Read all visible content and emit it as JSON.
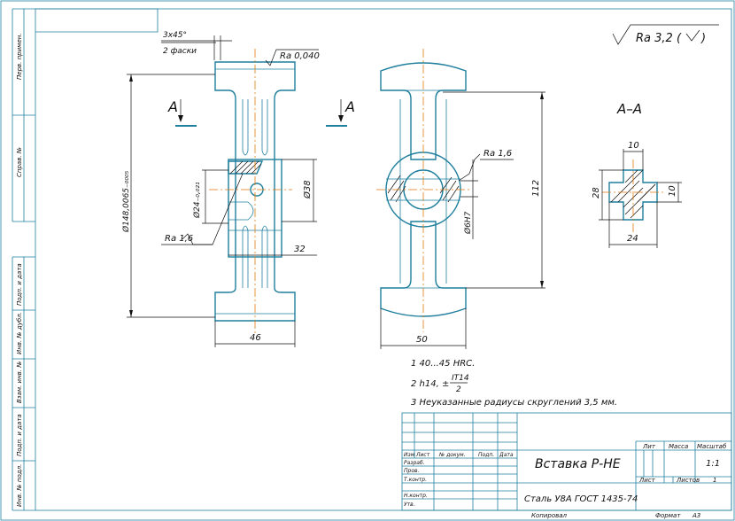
{
  "roughness": {
    "general": "Ra 3,2 (",
    "top": "Ra 0,040",
    "left": "Ra 1,6",
    "right": "Ra 1,6"
  },
  "section": {
    "mark_left": "A",
    "mark_right": "A",
    "title": "A–A"
  },
  "dims": {
    "chamfer": "3x45°",
    "chamfer_note": "2 фаски",
    "height_total": "Ø148,0065₋₀₀₀₅",
    "hole_inner": "Ø24₋₀,₀₂₁",
    "d38": "Ø38",
    "w32": "32",
    "w46": "46",
    "h112": "112",
    "hole_6": "Ø6H7",
    "w50": "50",
    "s10_top": "10",
    "s28": "28",
    "s10_right": "10",
    "s24": "24"
  },
  "notes": [
    "1  40...45 HRC.",
    "2  h14, ±",
    "3  Неуказанные радиусы скруглений 3,5 мм."
  ],
  "note_fraction": {
    "num": "IT14",
    "den": "2"
  },
  "title_block": {
    "name": "Вставка Р-НЕ",
    "material": "Сталь У8А ГОСТ 1435-74",
    "col_lit": "Лит",
    "col_mass": "Масса",
    "col_scale": "Масштаб",
    "scale": "1:1",
    "sheet": "Лист",
    "sheets": "Листов",
    "sheets_val": "1",
    "rows": [
      "Изм",
      "Лист",
      "№ докум.",
      "Подп.",
      "Дата"
    ],
    "roles": [
      "Разраб.",
      "Пров.",
      "Т.контр.",
      "",
      "Н.контр.",
      "Утв."
    ],
    "copied": "Копировал",
    "format": "Формат",
    "format_val": "А3"
  },
  "side_labels": [
    "Перв. примен.",
    "Справ. №",
    "Подп. и дата",
    "Инв. № дубл.",
    "Взам. инв. №",
    "Подп. и дата",
    "Инв. № подл."
  ]
}
